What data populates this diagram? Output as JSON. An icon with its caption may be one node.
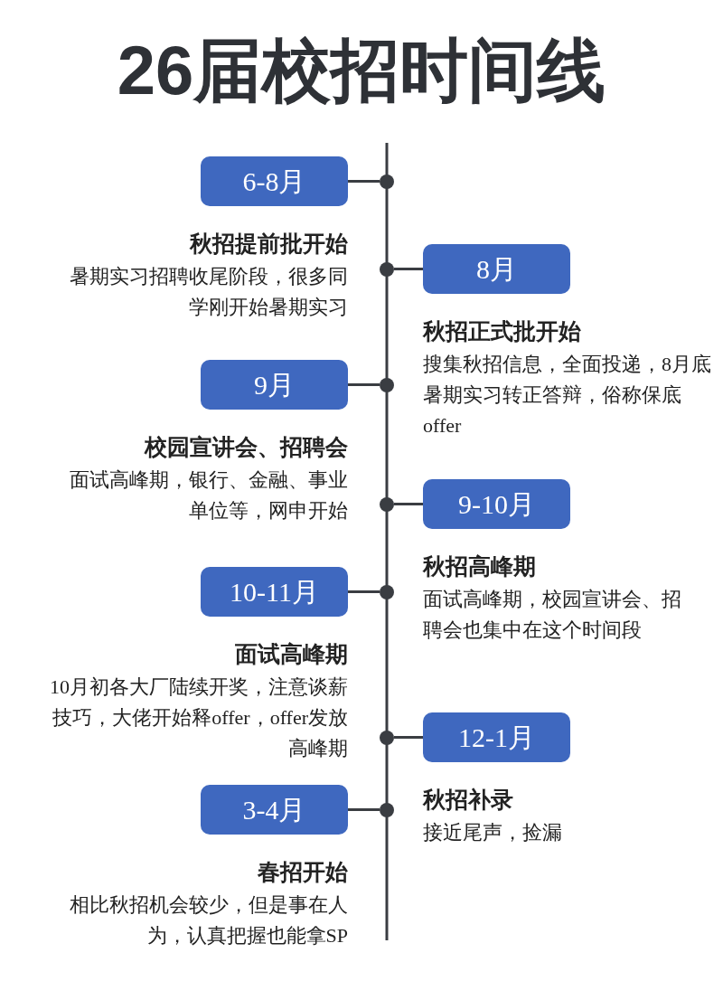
{
  "diagram": {
    "title": "26届校招时间线",
    "nodes": [
      {
        "text": [
          "6-8月"
        ],
        "beside": [
          "秋招提前批开始",
          "暑期实习招聘收尾阶段，很多同学刚开始暑期实习"
        ]
      },
      {
        "text": [
          "8月"
        ],
        "beside": [
          "秋招正式批开始",
          "搜集秋招信息，全面投递，8月底暑期实习转正答辩，俗称保底offer"
        ]
      },
      {
        "text": [
          "9月"
        ],
        "beside": [
          "校园宣讲会、招聘会",
          "面试高峰期，银行、金融、事业单位等，网申开始"
        ]
      },
      {
        "text": [
          "9-10月"
        ],
        "beside": [
          "秋招高峰期",
          "面试高峰期，校园宣讲会、招聘会也集中在这个时间段"
        ]
      },
      {
        "text": [
          "10-11月"
        ],
        "beside": [
          "面试高峰期",
          "10月初各大厂陆续开奖，注意谈薪技巧，大佬开始释offer，offer发放高峰期"
        ]
      },
      {
        "text": [
          "12-1月"
        ],
        "beside": [
          "秋招补录",
          "接近尾声，捡漏"
        ]
      },
      {
        "text": [
          "3-4月"
        ],
        "beside": [
          "春招开始",
          "相比秋招机会较少，但是事在人为，认真把握也能拿SP"
        ]
      },
      {
        "text": [],
        "shape": "circle"
      },
      {
        "text": [],
        "shape": "circle"
      },
      {
        "text": [],
        "shape": "circle"
      },
      {
        "text": [],
        "shape": "circle"
      },
      {
        "text": [],
        "shape": "circle"
      },
      {
        "text": [],
        "shape": "circle"
      },
      {
        "text": [],
        "shape": "circle"
      }
    ],
    "edges": [
      {
        "from": 0,
        "to": 7,
        "arrow": "none"
      },
      {
        "from": 1,
        "to": 8,
        "arrow": "none"
      },
      {
        "from": 2,
        "to": 9,
        "arrow": "none"
      },
      {
        "from": 3,
        "to": 10,
        "arrow": "none"
      },
      {
        "from": 4,
        "to": 11,
        "arrow": "none"
      },
      {
        "from": 5,
        "to": 12,
        "arrow": "none"
      },
      {
        "from": 6,
        "to": 13,
        "arrow": "none"
      }
    ]
  }
}
